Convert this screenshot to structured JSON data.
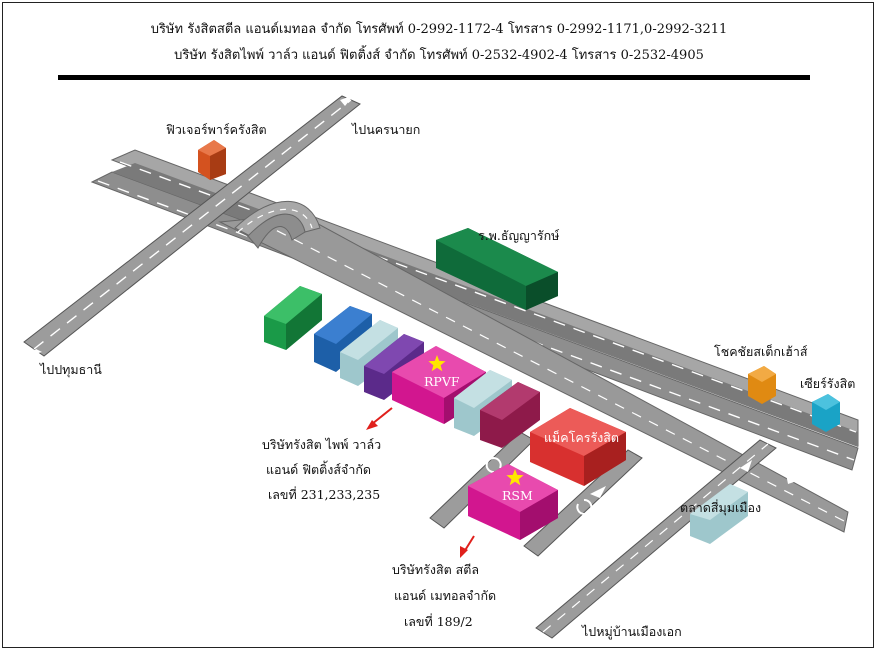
{
  "header": {
    "line1": "บริษัท รังสิตสตีล แอนด์เมทอล จำกัด โทรศัพท์ 0-2992-1172-4 โทรสาร 0-2992-1171,0-2992-3211",
    "line2": "บริษัท รังสิตไพพ์ วาล์ว แอนด์ ฟิตติ้งส์ จำกัด โทรศัพท์ 0-2532-4902-4 โทรสาร 0-2532-4905"
  },
  "labels": {
    "future_park": "ฟิวเจอร์พาร์ครังสิต",
    "to_nakhon_nayok": "ไปนครนายก",
    "to_pathum_thani": "ไปปทุมธานี",
    "hospital": "ร.พ.ธัญญารักษ์",
    "chok_chai": "โชคชัยสเต็กเฮ้าส์",
    "zeer": "เซียร์รังสิต",
    "market": "ตลาดสี่มุมเมือง",
    "to_village": "ไปหมู่บ้านเมืองเอก",
    "makro": "แม็คโครรังสิต",
    "rpvf": "RPVF",
    "rsm": "RSM"
  },
  "rpvf_address": [
    "บริษัทรังสิต ไพพ์ วาล์ว",
    "แอนด์ ฟิตติ้งส์จำกัด",
    "เลขที่ 231,233,235"
  ],
  "rsm_address": [
    "บริษัทรังสิต สตีล",
    "แอนด์ เมทอลจำกัด",
    "เลขที่ 189/2"
  ],
  "colors": {
    "road": "#9a9a9a",
    "road_edge": "#6a6a6a",
    "future_park": "#d4521f",
    "hospital": "#0f6b3a",
    "green_block": "#1a9a48",
    "blue_block": "#1d5fa8",
    "light_block": "#9ec7cc",
    "purple_block": "#5b2a8a",
    "magenta": "#d2168f",
    "maroon": "#8e1a4a",
    "makro": "#d8302f",
    "orange": "#e08a12",
    "cyan": "#1aa3c6",
    "arrow": "#e0201c",
    "star": "#ffe600"
  }
}
